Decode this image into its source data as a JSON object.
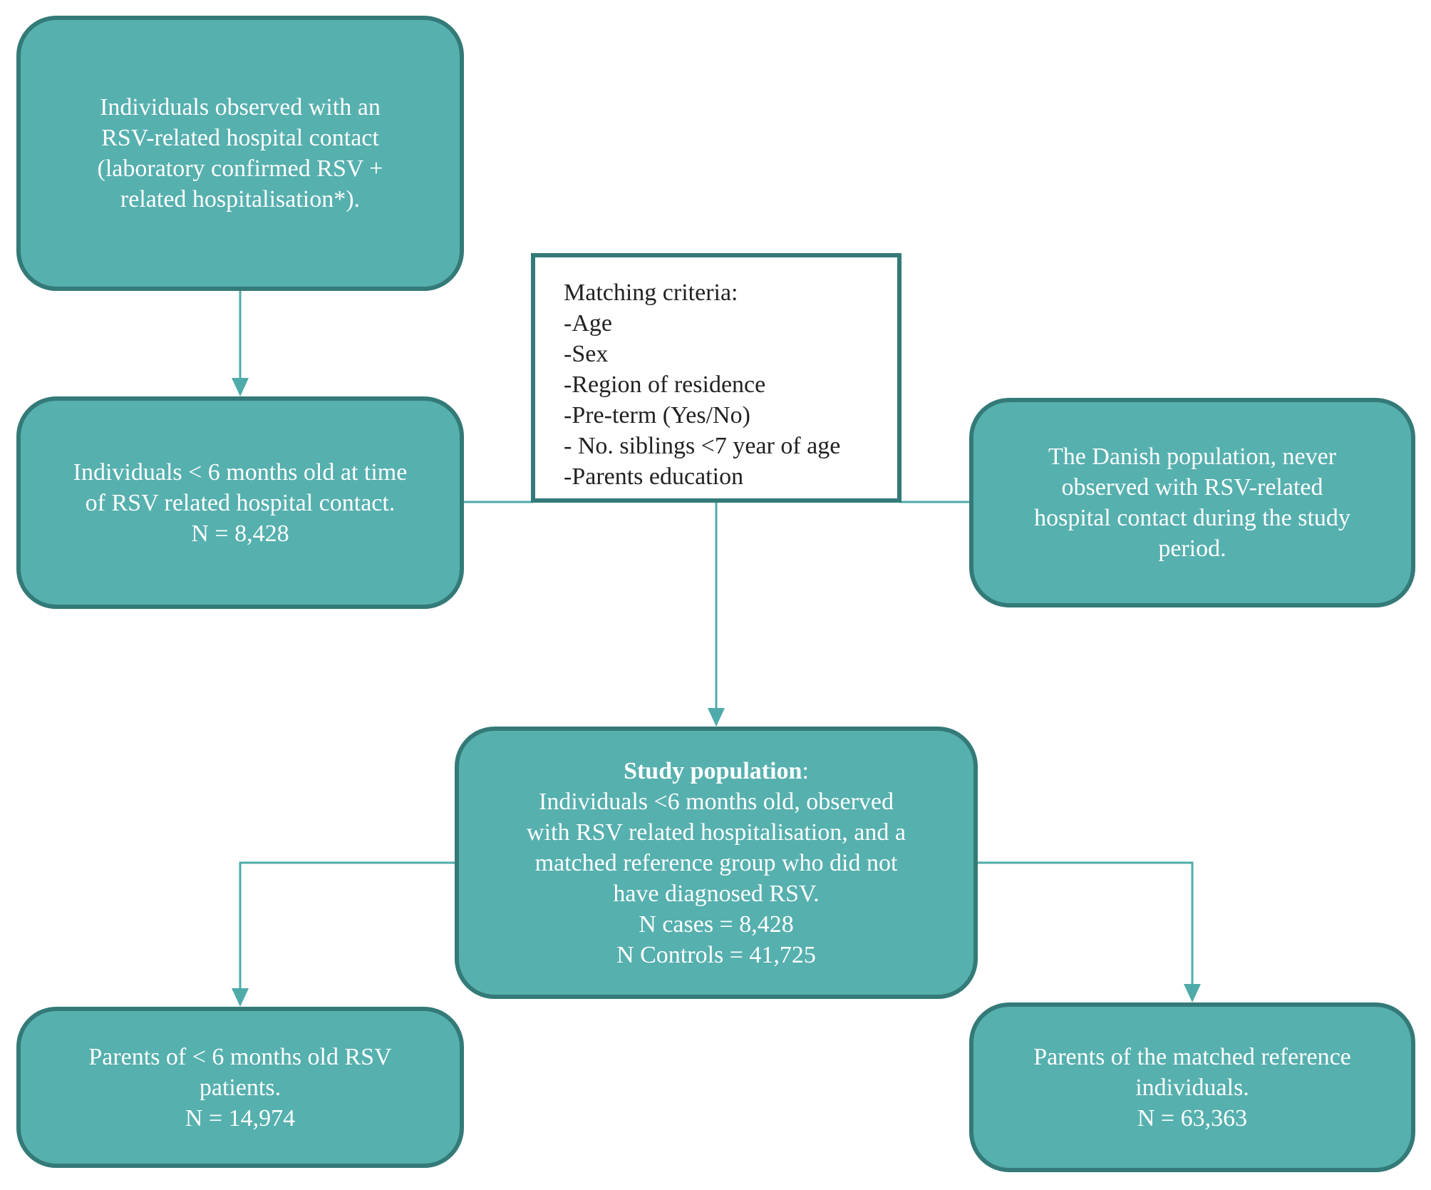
{
  "colors": {
    "box_fill": "#56b0ae",
    "box_border": "#337a78",
    "connector": "#4fabaa",
    "box_text": "#ffffff",
    "criteria_text": "#222222"
  },
  "boxes": {
    "rsv_contact": {
      "lines": [
        "Individuals observed with an",
        "RSV-related hospital contact",
        "(laboratory confirmed RSV +",
        "related hospitalisation*)."
      ]
    },
    "under_6_months": {
      "lines": [
        "Individuals < 6 months old at time",
        "of RSV related hospital contact.",
        "N = 8,428"
      ]
    },
    "danish_population": {
      "lines": [
        "The Danish population, never",
        "observed with RSV-related",
        "hospital contact during the study",
        "period."
      ]
    },
    "study_population": {
      "heading": "Study population",
      "heading_suffix": ":",
      "lines": [
        "Individuals <6 months old, observed",
        "with RSV related hospitalisation, and a",
        "matched reference group who did not",
        "have diagnosed RSV.",
        "N cases = 8,428",
        "N Controls = 41,725"
      ]
    },
    "parents_cases": {
      "lines": [
        "Parents of < 6 months old RSV",
        "patients.",
        "N = 14,974"
      ]
    },
    "parents_controls": {
      "lines": [
        "Parents of the matched reference",
        "individuals.",
        "N = 63,363"
      ]
    }
  },
  "matching_criteria": {
    "title": "Matching criteria:",
    "items": [
      "-Age",
      "-Sex",
      "-Region of residence",
      "-Pre-term (Yes/No)",
      "- No. siblings <7 year of age",
      "-Parents education"
    ]
  }
}
